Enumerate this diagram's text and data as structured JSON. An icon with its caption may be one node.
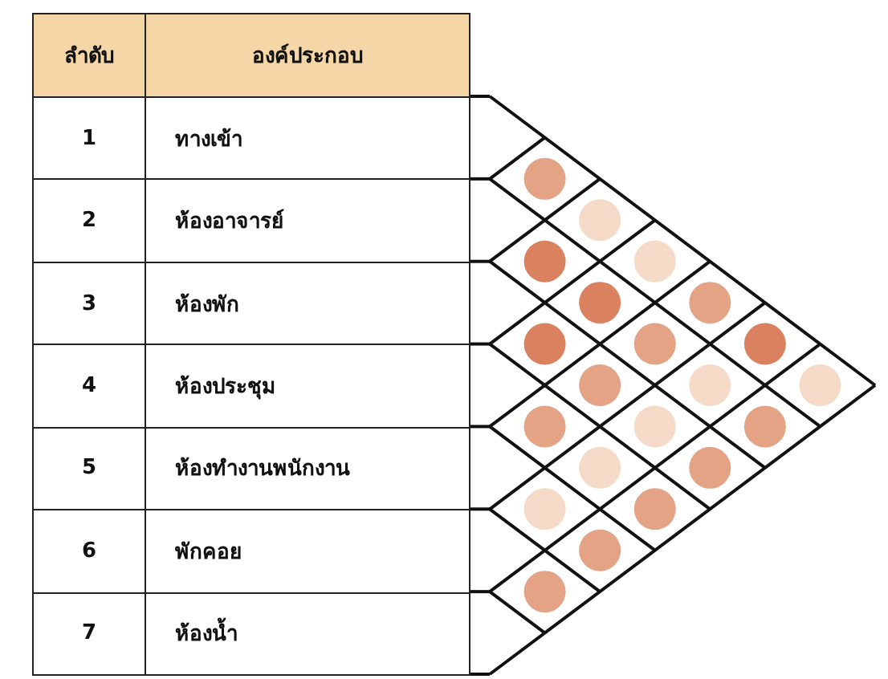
{
  "diagram": {
    "labels": [
      "ลำดับ",
      "องค์ประกอบ",
      "1",
      "ทางเข้า",
      "2",
      "ห้องอาจารย์",
      "3",
      "ห้องพัก",
      "4",
      "ห้องประชุม",
      "5",
      "ห้องทำงานพนักงาน",
      "6",
      "พักคอย",
      "7",
      "ห้องน้ำ"
    ]
  }
}
